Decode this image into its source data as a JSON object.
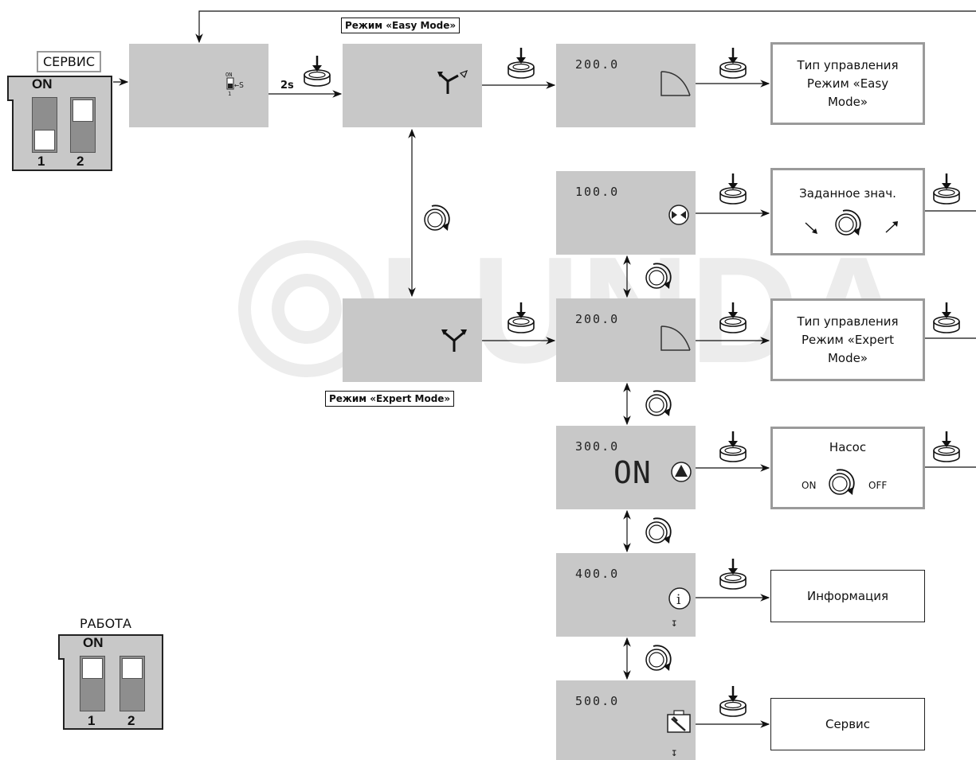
{
  "service_switch": {
    "title": "СЕРВИС",
    "on_label": "ON",
    "num1": "1",
    "num2": "2"
  },
  "work_switch": {
    "title": "РАБОТА",
    "on_label": "ON",
    "num1": "1",
    "num2": "2"
  },
  "press_duration": "2s",
  "easy_mode_label": "Режим «Easy Mode»",
  "expert_mode_label": "Режим «Expert Mode»",
  "screens": {
    "easy_200": "200.0",
    "setpoint_100": "100.0",
    "expert_200": "200.0",
    "pump_300": "300.0",
    "pump_state": "ON",
    "info_400": "400.0",
    "service_500": "500.0"
  },
  "boxes": {
    "easy_control": [
      "Тип управления",
      "Режим «Easy",
      "Mode»"
    ],
    "setpoint": "Заданное знач.",
    "expert_control": [
      "Тип управления",
      "Режим «Expert",
      "Mode»"
    ],
    "pump": {
      "title": "Насос",
      "on": "ON",
      "off": "OFF"
    },
    "info": "Информация",
    "service": "Сервис"
  },
  "watermark": "LUNDA"
}
